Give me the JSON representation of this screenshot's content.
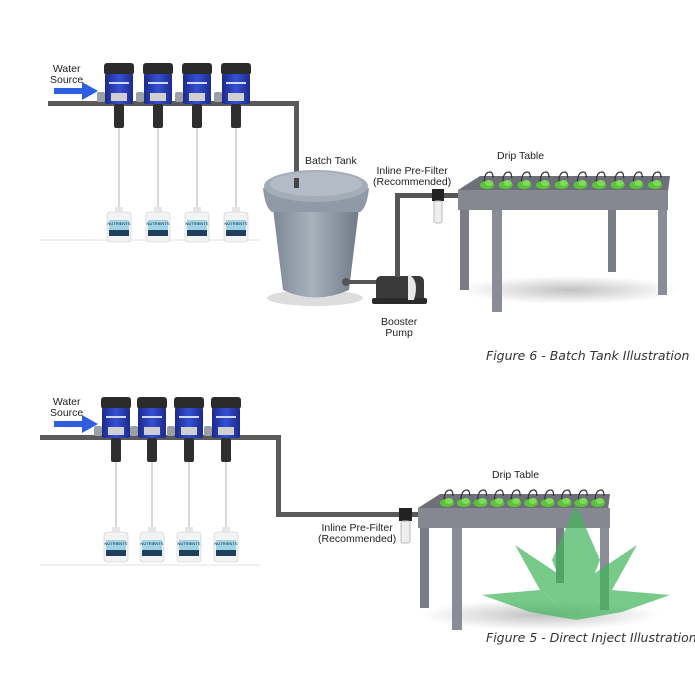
{
  "figures": [
    {
      "id": "batch",
      "caption": "Figure 6 - Batch Tank Illustration",
      "labels": {
        "water_source_line1": "Water",
        "water_source_line2": "Source",
        "batch_tank": "Batch Tank",
        "prefilter_line1": "Inline Pre-Filter",
        "prefilter_line2": "(Recommended)",
        "drip_table": "Drip Table",
        "booster_line1": "Booster",
        "booster_line2": "Pump"
      },
      "injector_count": 4,
      "nutrient_jug_label": "NUTRIENTS"
    },
    {
      "id": "direct",
      "caption": "Figure 5 - Direct Inject Illustration",
      "labels": {
        "water_source_line1": "Water",
        "water_source_line2": "Source",
        "prefilter_line1": "Inline Pre-Filter",
        "prefilter_line2": "(Recommended)",
        "drip_table": "Drip Table"
      },
      "injector_count": 4,
      "nutrient_jug_label": "NUTRIENTS"
    }
  ],
  "colors": {
    "injector_blue": "#2a3fb8",
    "arrow_blue": "#2f5fe0",
    "pipe": "#555555",
    "tank": "#8e99a6",
    "table": "#7d8088",
    "plant_green": "#5bc43a",
    "watermark_green": "#3fb55a"
  }
}
